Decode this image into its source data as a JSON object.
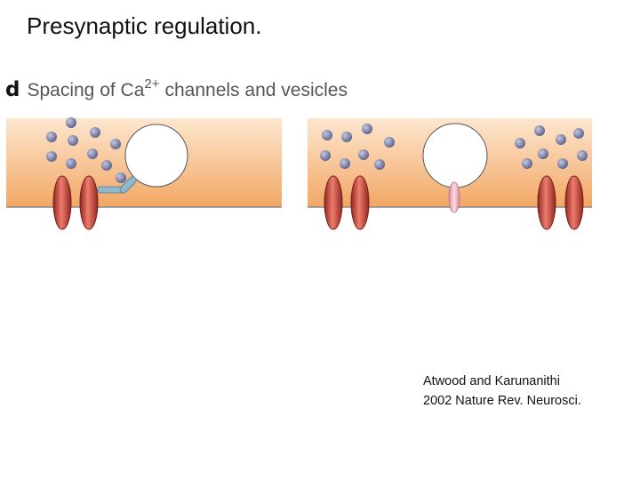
{
  "slide": {
    "title": "Presynaptic regulation."
  },
  "panel": {
    "letter": "d",
    "heading_prefix": "Spacing of Ca",
    "heading_superscript": "2+",
    "heading_suffix": "channels and vesicles"
  },
  "citation": {
    "line1": "Atwood and Karunanithi",
    "line2": "2002 Nature Rev. Neurosci."
  },
  "colors": {
    "terminal_top": "#fde7cf",
    "terminal_bottom": "#f2a764",
    "vesicle": "#7d82a8",
    "channel": "#c9413a",
    "linker": "#8fb8c8",
    "small_channel": "#f0b9c4"
  }
}
